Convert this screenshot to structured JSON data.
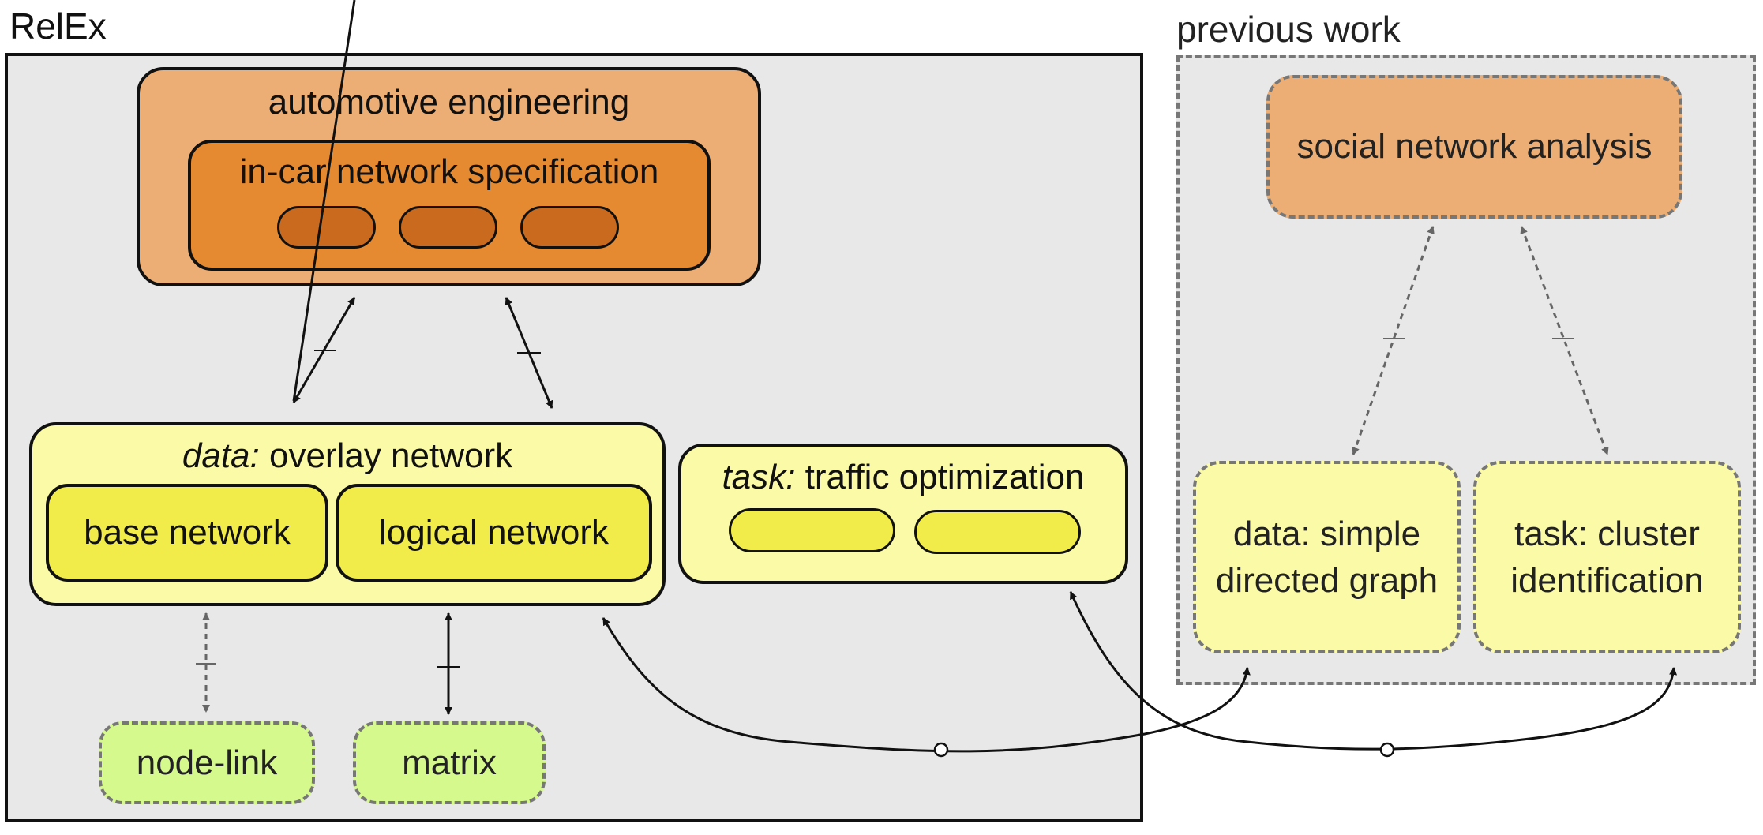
{
  "relex": {
    "title": "RelEx",
    "automotive": {
      "label": "automotive engineering",
      "spec_label": "in-car network specification"
    },
    "data_box": {
      "prefix": "data:",
      "label": " overlay network",
      "base": "base network",
      "logical": "logical network"
    },
    "task_box": {
      "prefix": "task:",
      "label": " traffic optimization"
    },
    "vis": {
      "node_link": "node-link",
      "matrix": "matrix"
    }
  },
  "previous_work": {
    "title": "previous work",
    "sna": "social network analysis",
    "data_line1": "data: simple",
    "data_line2": "directed graph",
    "task_line1": "task: cluster",
    "task_line2": "identification"
  },
  "colors": {
    "frame_fill": "#e8e8e8",
    "automotive_outer": "#ecae74",
    "automotive_inner": "#e68a32",
    "automotive_pill": "#c96a1e",
    "yellow_light": "#fbfaa6",
    "yellow_strong": "#f1ec4a",
    "green": "#d6f98e",
    "sna_fill": "#ecae74"
  }
}
